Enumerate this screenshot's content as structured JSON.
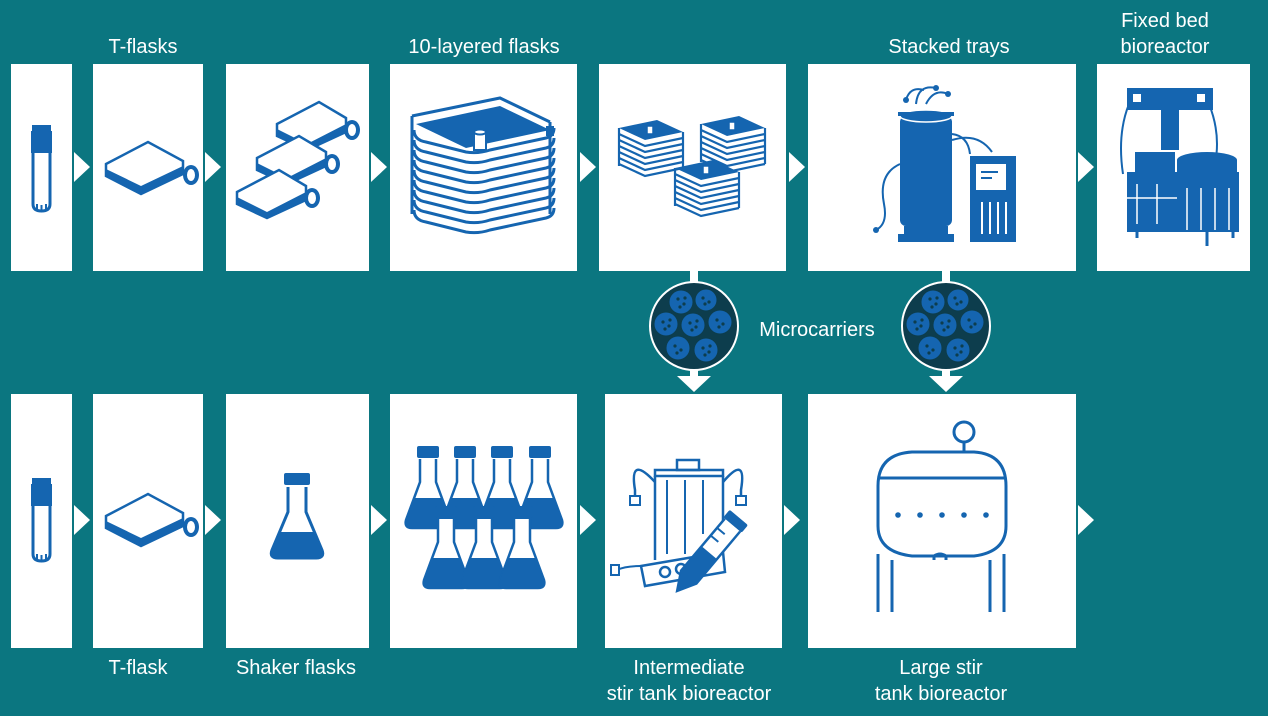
{
  "labels": {
    "t_flasks": "T-flasks",
    "ten_layered_flasks": "10-layered flasks",
    "stacked_trays": "Stacked trays",
    "fixed_bed_1": "Fixed bed",
    "fixed_bed_2": "bioreactor",
    "microcarriers": "Microcarriers",
    "t_flask": "T-flask",
    "shaker_flasks": "Shaker flasks",
    "intermediate_1": "Intermediate",
    "intermediate_2": "stir tank bioreactor",
    "large_1": "Large stir",
    "large_2": "tank bioreactor"
  },
  "colors": {
    "background": "#0b7680",
    "icon_blue": "#1565b0",
    "microcarrier_dark": "#0d3d4d",
    "card": "#ffffff"
  },
  "icons": {
    "top_row": [
      "cryovial-icon",
      "t-flask-icon",
      "t-flasks-stack-icon",
      "ten-layered-flask-icon",
      "three-layered-flasks-icon",
      "fixed-bed-bioreactor-icon",
      "fixed-bed-system-icon"
    ],
    "bottom_row": [
      "cryovial-icon",
      "t-flask-icon",
      "shaker-flask-icon",
      "shaker-flasks-group-icon",
      "intermediate-bioreactor-icon",
      "large-stir-tank-icon"
    ],
    "microcarriers": [
      "microcarriers-icon",
      "microcarriers-icon"
    ]
  }
}
